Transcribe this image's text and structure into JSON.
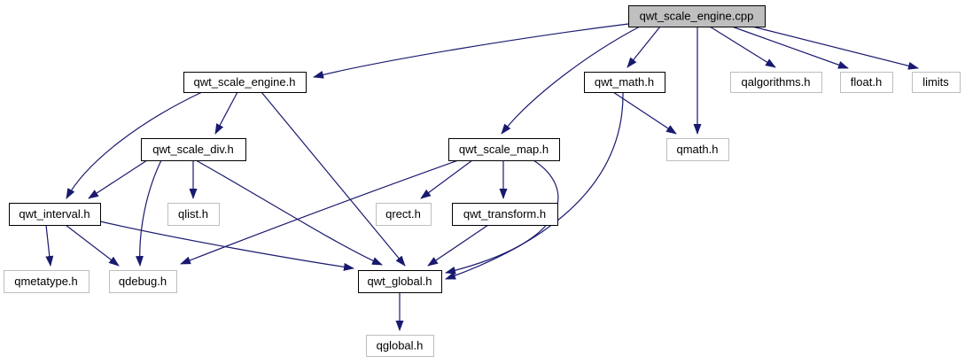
{
  "diagram": {
    "title": "qwt_scale_engine.cpp include dependency graph",
    "colors": {
      "background": "#ffffff",
      "edge": "#191970",
      "node_fill": "#ffffff",
      "source_node_fill": "#bfbfbf",
      "internal_border": "#000000",
      "external_border": "#bebebe",
      "text": "#000000"
    },
    "nodes": [
      {
        "id": "qwt_scale_engine_cpp",
        "label": "qwt_scale_engine.cpp",
        "kind": "source"
      },
      {
        "id": "qwt_scale_engine_h",
        "label": "qwt_scale_engine.h",
        "kind": "internal"
      },
      {
        "id": "qwt_math_h",
        "label": "qwt_math.h",
        "kind": "internal"
      },
      {
        "id": "qalgorithms_h",
        "label": "qalgorithms.h",
        "kind": "external"
      },
      {
        "id": "float_h",
        "label": "float.h",
        "kind": "external"
      },
      {
        "id": "limits",
        "label": "limits",
        "kind": "external"
      },
      {
        "id": "qwt_scale_div_h",
        "label": "qwt_scale_div.h",
        "kind": "internal"
      },
      {
        "id": "qwt_scale_map_h",
        "label": "qwt_scale_map.h",
        "kind": "internal"
      },
      {
        "id": "qmath_h",
        "label": "qmath.h",
        "kind": "external"
      },
      {
        "id": "qwt_interval_h",
        "label": "qwt_interval.h",
        "kind": "internal"
      },
      {
        "id": "qlist_h",
        "label": "qlist.h",
        "kind": "external"
      },
      {
        "id": "qrect_h",
        "label": "qrect.h",
        "kind": "external"
      },
      {
        "id": "qwt_transform_h",
        "label": "qwt_transform.h",
        "kind": "internal"
      },
      {
        "id": "qmetatype_h",
        "label": "qmetatype.h",
        "kind": "external"
      },
      {
        "id": "qdebug_h",
        "label": "qdebug.h",
        "kind": "external"
      },
      {
        "id": "qwt_global_h",
        "label": "qwt_global.h",
        "kind": "internal"
      },
      {
        "id": "qglobal_h",
        "label": "qglobal.h",
        "kind": "external"
      }
    ],
    "edges": [
      {
        "from": "qwt_scale_engine_cpp",
        "to": "qwt_scale_engine_h"
      },
      {
        "from": "qwt_scale_engine_cpp",
        "to": "qwt_scale_map_h"
      },
      {
        "from": "qwt_scale_engine_cpp",
        "to": "qwt_math_h"
      },
      {
        "from": "qwt_scale_engine_cpp",
        "to": "qmath_h"
      },
      {
        "from": "qwt_scale_engine_cpp",
        "to": "qalgorithms_h"
      },
      {
        "from": "qwt_scale_engine_cpp",
        "to": "float_h"
      },
      {
        "from": "qwt_scale_engine_cpp",
        "to": "limits"
      },
      {
        "from": "qwt_scale_engine_h",
        "to": "qwt_scale_div_h"
      },
      {
        "from": "qwt_scale_engine_h",
        "to": "qwt_interval_h"
      },
      {
        "from": "qwt_scale_engine_h",
        "to": "qwt_global_h"
      },
      {
        "from": "qwt_scale_div_h",
        "to": "qwt_interval_h"
      },
      {
        "from": "qwt_scale_div_h",
        "to": "qlist_h"
      },
      {
        "from": "qwt_scale_div_h",
        "to": "qdebug_h"
      },
      {
        "from": "qwt_scale_div_h",
        "to": "qwt_global_h"
      },
      {
        "from": "qwt_interval_h",
        "to": "qmetatype_h"
      },
      {
        "from": "qwt_interval_h",
        "to": "qdebug_h"
      },
      {
        "from": "qwt_interval_h",
        "to": "qwt_global_h"
      },
      {
        "from": "qwt_scale_map_h",
        "to": "qrect_h"
      },
      {
        "from": "qwt_scale_map_h",
        "to": "qwt_transform_h"
      },
      {
        "from": "qwt_scale_map_h",
        "to": "qdebug_h"
      },
      {
        "from": "qwt_scale_map_h",
        "to": "qwt_global_h"
      },
      {
        "from": "qwt_transform_h",
        "to": "qwt_global_h"
      },
      {
        "from": "qwt_math_h",
        "to": "qmath_h"
      },
      {
        "from": "qwt_math_h",
        "to": "qwt_global_h"
      },
      {
        "from": "qwt_global_h",
        "to": "qglobal_h"
      }
    ]
  }
}
